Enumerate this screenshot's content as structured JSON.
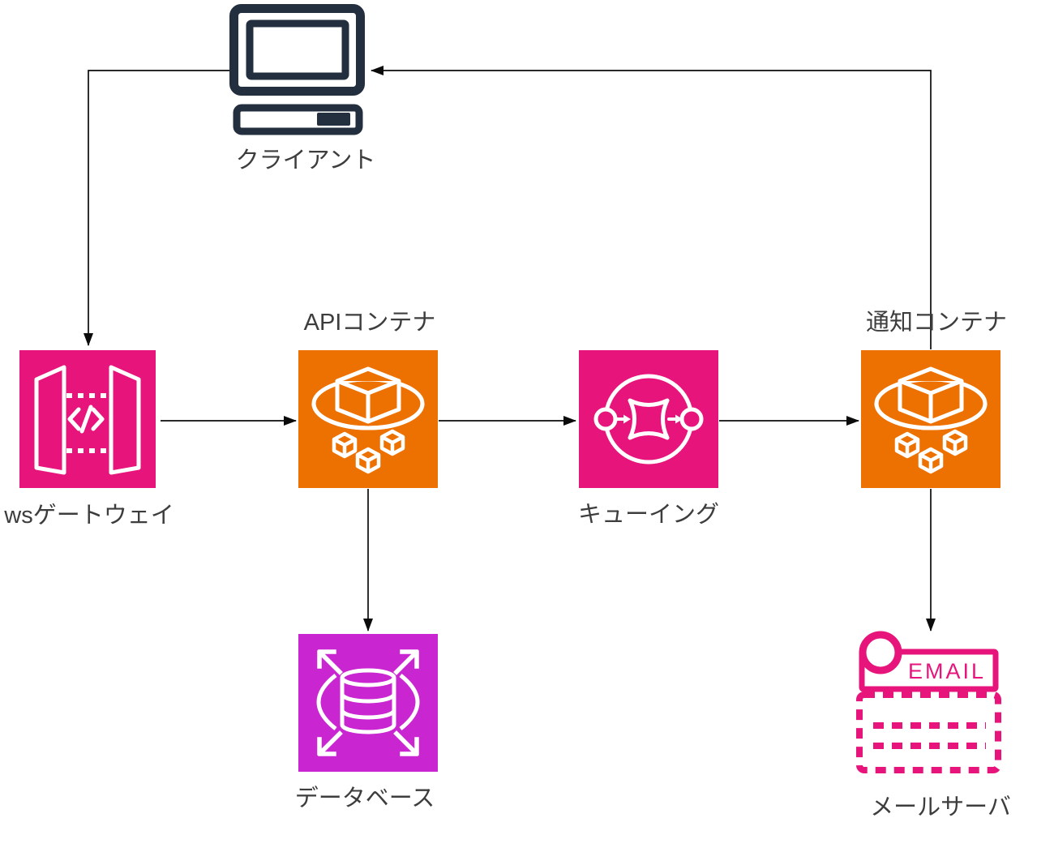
{
  "diagram": {
    "nodes": {
      "client": {
        "label": "クライアント"
      },
      "ws_gateway": {
        "label": "wsゲートウェイ"
      },
      "api_container": {
        "label": "APIコンテナ"
      },
      "queuing": {
        "label": "キューイング"
      },
      "notification_container": {
        "label": "通知コンテナ"
      },
      "database": {
        "label": "データベース"
      },
      "mail_server": {
        "label": "メールサーバ"
      }
    },
    "email_icon_text": "EMAIL"
  },
  "colors": {
    "pink": "#E7157B",
    "orange": "#ED7100",
    "purple": "#C925D1",
    "navy": "#232F3E",
    "white": "#FFFFFF",
    "connector": "#0B0B0B",
    "label": "#3D3D3D"
  }
}
